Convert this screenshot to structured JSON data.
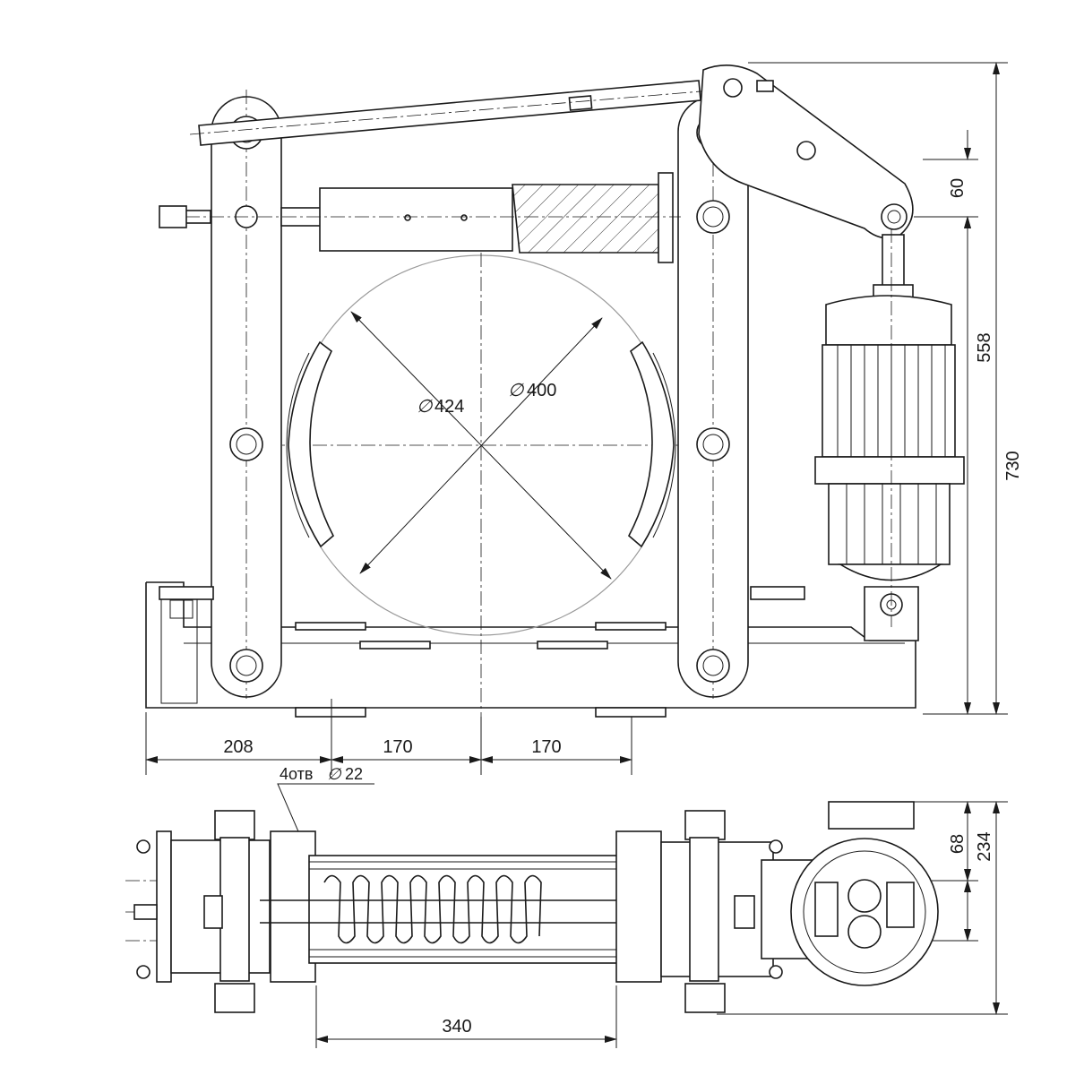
{
  "dimensions": {
    "d_outer": "424",
    "d_inner": "400",
    "h_60": "60",
    "h_558": "558",
    "h_730": "730",
    "w_208": "208",
    "w_170_left": "170",
    "w_170_right": "170",
    "holes": "4отв",
    "holes_d": "22",
    "w_340": "340",
    "h_68": "68",
    "h_234": "234"
  },
  "symbols": {
    "diameter": "∅"
  }
}
